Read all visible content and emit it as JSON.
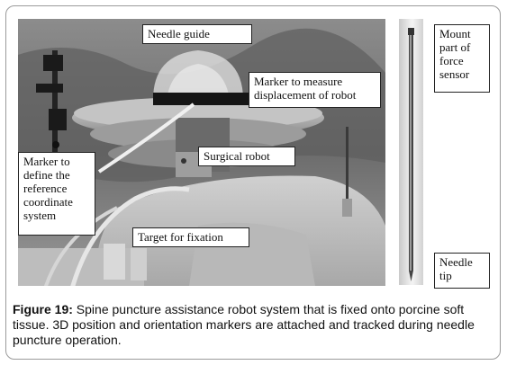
{
  "labels": {
    "needle_guide": "Needle guide",
    "marker_robot_line1": "Marker to measure",
    "marker_robot_line2": "displacement  of robot",
    "surgical_robot": "Surgical robot",
    "marker_ref_line1": "Marker to",
    "marker_ref_line2": "define the",
    "marker_ref_line3": "reference",
    "marker_ref_line4": "coordinate",
    "marker_ref_line5": "system",
    "target_fixation": "Target for fixation",
    "mount_line1": "Mount",
    "mount_line2": "part of",
    "mount_line3": "force",
    "mount_line4": "sensor",
    "needle_tip_line1": "Needle",
    "needle_tip_line2": "tip"
  },
  "caption": {
    "label": "Figure 19:",
    "text": " Spine puncture assistance robot system that is fixed onto porcine soft tissue. 3D position and orientation markers are attached and tracked during needle puncture operation."
  },
  "colors": {
    "frame_border": "#9a9a9a",
    "photo_grey": "#7a7a7a"
  }
}
